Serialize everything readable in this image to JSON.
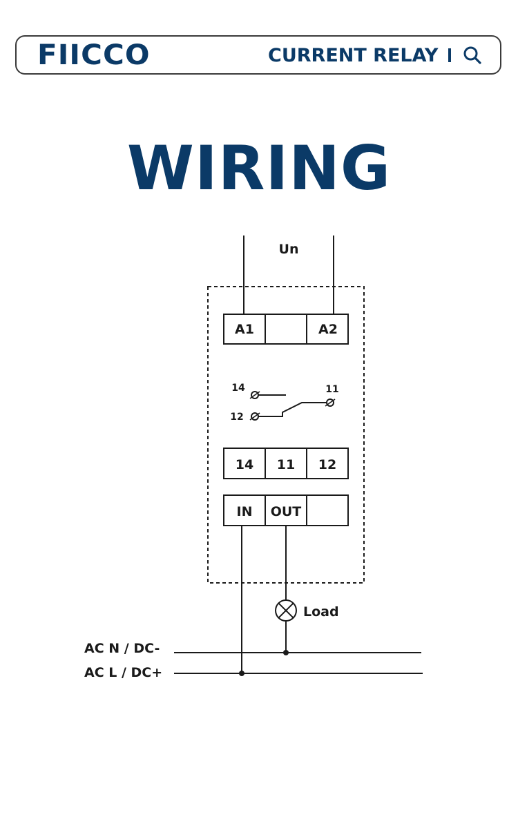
{
  "header": {
    "logo": "FIICCO",
    "title": "CURRENT RELAY",
    "icon": "search-icon"
  },
  "page_title": "WIRING",
  "diagram": {
    "supply_label": "Un",
    "top_terminals": [
      "A1",
      "",
      "A2"
    ],
    "contact_labels": {
      "no": "14",
      "common": "11",
      "nc": "12"
    },
    "contact_terminals": [
      "14",
      "11",
      "12"
    ],
    "io_terminals": [
      "IN",
      "OUT",
      ""
    ],
    "load_label": "Load",
    "line_labels": {
      "neutral": "AC N / DC-",
      "live": "AC L / DC+"
    }
  },
  "colors": {
    "brand": "#0b3a67",
    "line": "#1a1a1a"
  }
}
